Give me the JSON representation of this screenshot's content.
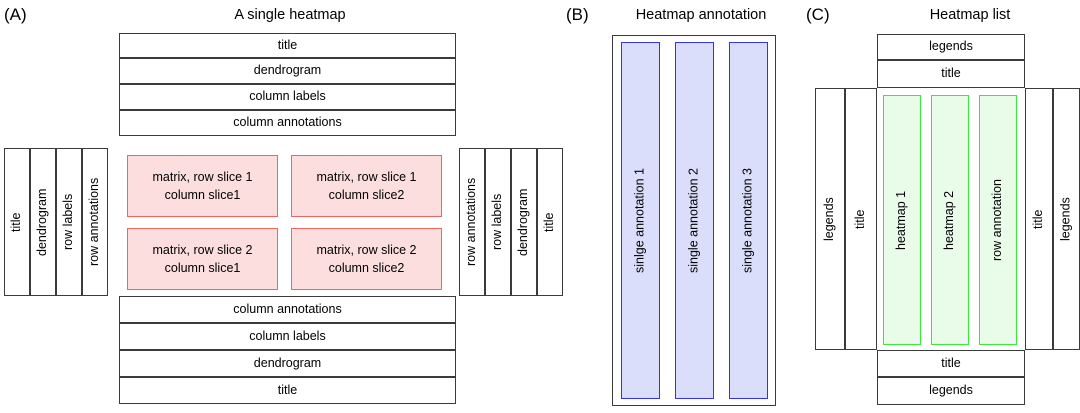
{
  "figure": {
    "panels": [
      {
        "letter": "(A)",
        "title": "A single heatmap",
        "top_rows": [
          "title",
          "dendrogram",
          "column labels",
          "column annotations"
        ],
        "left_cols": [
          "title",
          "dendrogram",
          "row labels",
          "row annotations"
        ],
        "right_cols": [
          "row annotations",
          "row labels",
          "dendrogram",
          "title"
        ],
        "bottom_rows": [
          "column annotations",
          "column labels",
          "dendrogram",
          "title"
        ],
        "matrix_cells": [
          {
            "line1": "matrix, row slice 1",
            "line2": "column slice1"
          },
          {
            "line1": "matrix, row slice 1",
            "line2": "column slice2"
          },
          {
            "line1": "matrix, row slice 2",
            "line2": "column slice1"
          },
          {
            "line1": "matrix, row slice 2",
            "line2": "column slice2"
          }
        ],
        "colors": {
          "matrix_border": "#f4645f",
          "matrix_fill": "#fcdede",
          "frame": "#3b3b3b"
        }
      },
      {
        "letter": "(B)",
        "title": "Heatmap annotation",
        "annotations": [
          "sinlge annotation 1",
          "single annotation 2",
          "single annotation 3"
        ],
        "colors": {
          "annot_border": "#3333ee",
          "annot_fill": "#dbdefa",
          "frame": "#3b3b3b"
        }
      },
      {
        "letter": "(C)",
        "title": "Heatmap list",
        "top_rows": [
          "legends",
          "title"
        ],
        "left_cols": [
          "legends",
          "title"
        ],
        "right_cols": [
          "title",
          "legends"
        ],
        "bottom_rows": [
          "title",
          "legends"
        ],
        "heatmaps": [
          "heatmap 1",
          "heatmap 2",
          "row annotation"
        ],
        "colors": {
          "hm_border": "#3ce83c",
          "hm_fill": "#e9fce9",
          "frame": "#3b3b3b"
        }
      }
    ]
  }
}
